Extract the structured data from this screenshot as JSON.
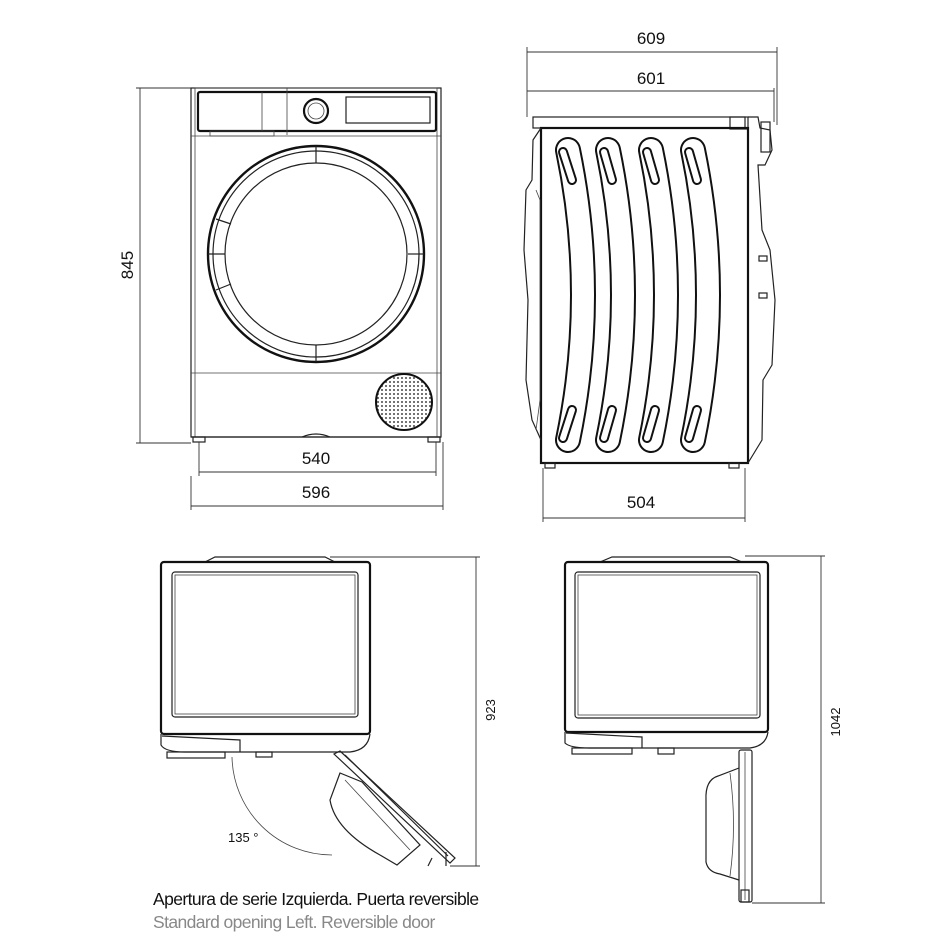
{
  "dimensions": {
    "front_height": "845",
    "front_inner_width": "540",
    "front_width": "596",
    "side_total_depth": "609",
    "side_depth": "601",
    "side_body_depth": "504",
    "top_open_depth_left": "923",
    "top_open_depth_right": "1042",
    "door_angle": "135 °"
  },
  "captions": {
    "spanish": "Apertura de serie Izquierda. Puerta reversible",
    "english": "Standard opening Left. Reversible door"
  },
  "colors": {
    "line": "#222222",
    "caption_secondary": "#888888"
  }
}
